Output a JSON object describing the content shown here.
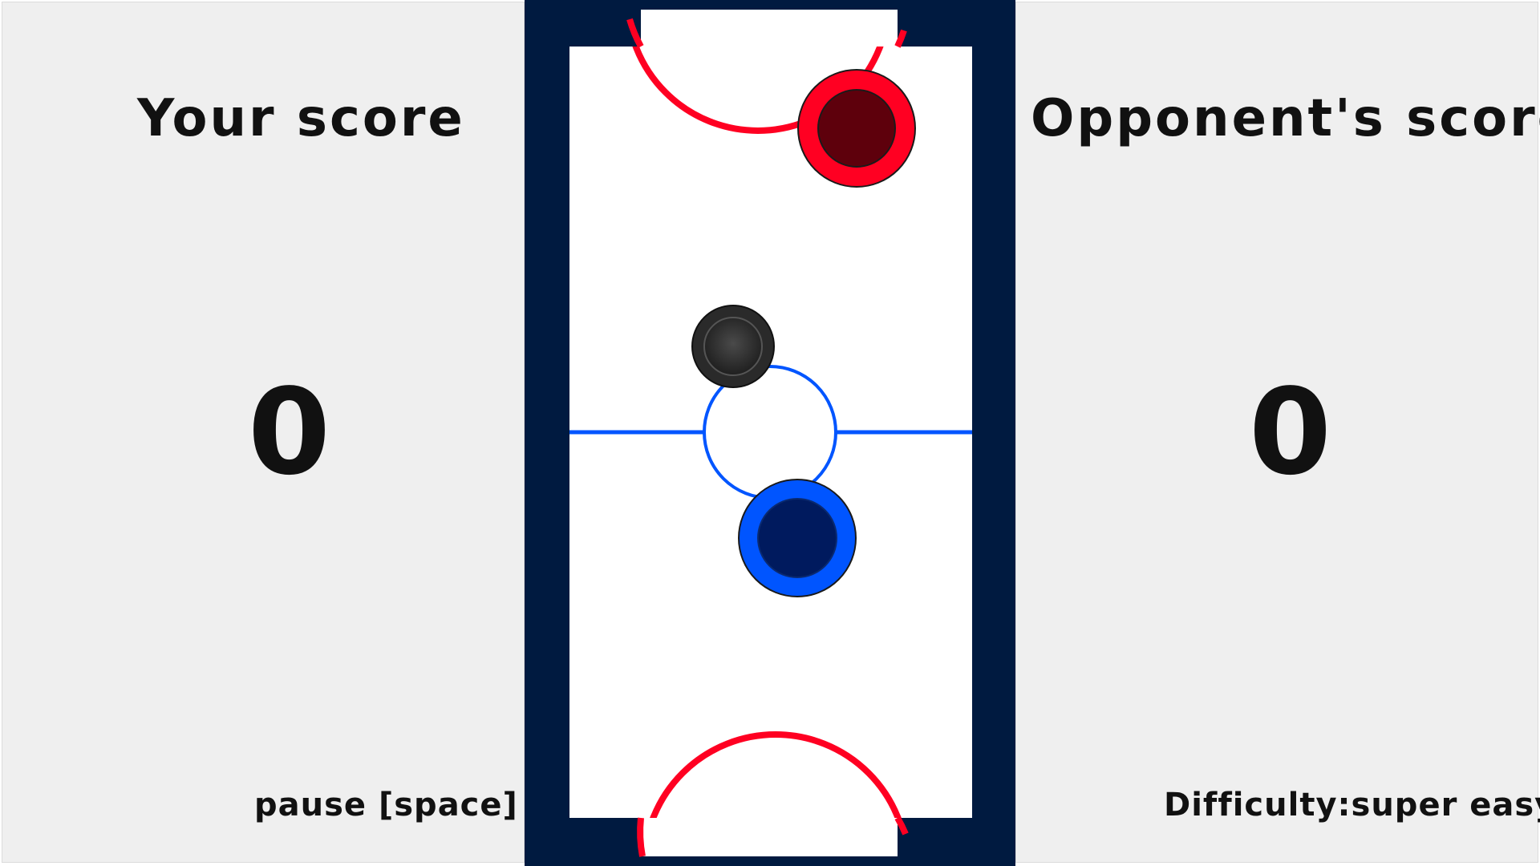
{
  "player": {
    "score_label": "Your score",
    "score": "0",
    "pause_hint": "pause [space]"
  },
  "opponent": {
    "score_label": "Opponent's score",
    "score": "0",
    "difficulty_text": "Difficulty:super easy"
  },
  "colors": {
    "panel_bg": "#efefef",
    "rink_border": "#001a40",
    "rink_surface": "#ffffff",
    "goal_arc": "#ff0022",
    "center_line": "#0055ff",
    "opponent_mallet_outer": "#ff0022",
    "opponent_mallet_inner": "#5e000c",
    "player_mallet_outer": "#0055ff",
    "player_mallet_inner": "#001a5e",
    "puck": "#2a2a2a"
  }
}
